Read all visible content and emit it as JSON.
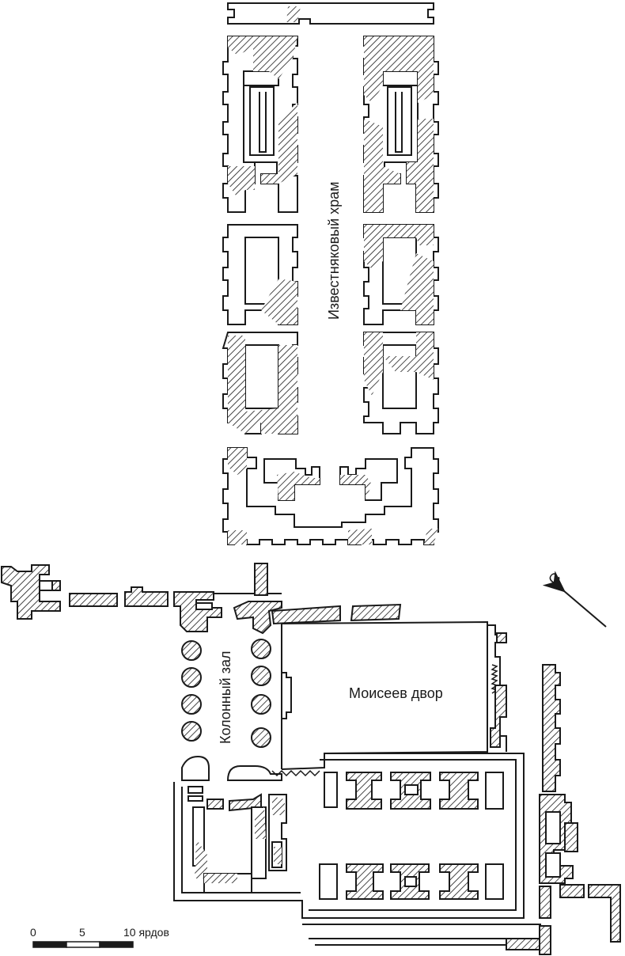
{
  "labels": {
    "limestone_temple": "Известняковый храм",
    "column_hall": "Колонный зал",
    "moses_court": "Моисеев двор",
    "north": "С"
  },
  "scale": {
    "tick_0": "0",
    "tick_5": "5",
    "tick_10": "10 ярдов"
  }
}
